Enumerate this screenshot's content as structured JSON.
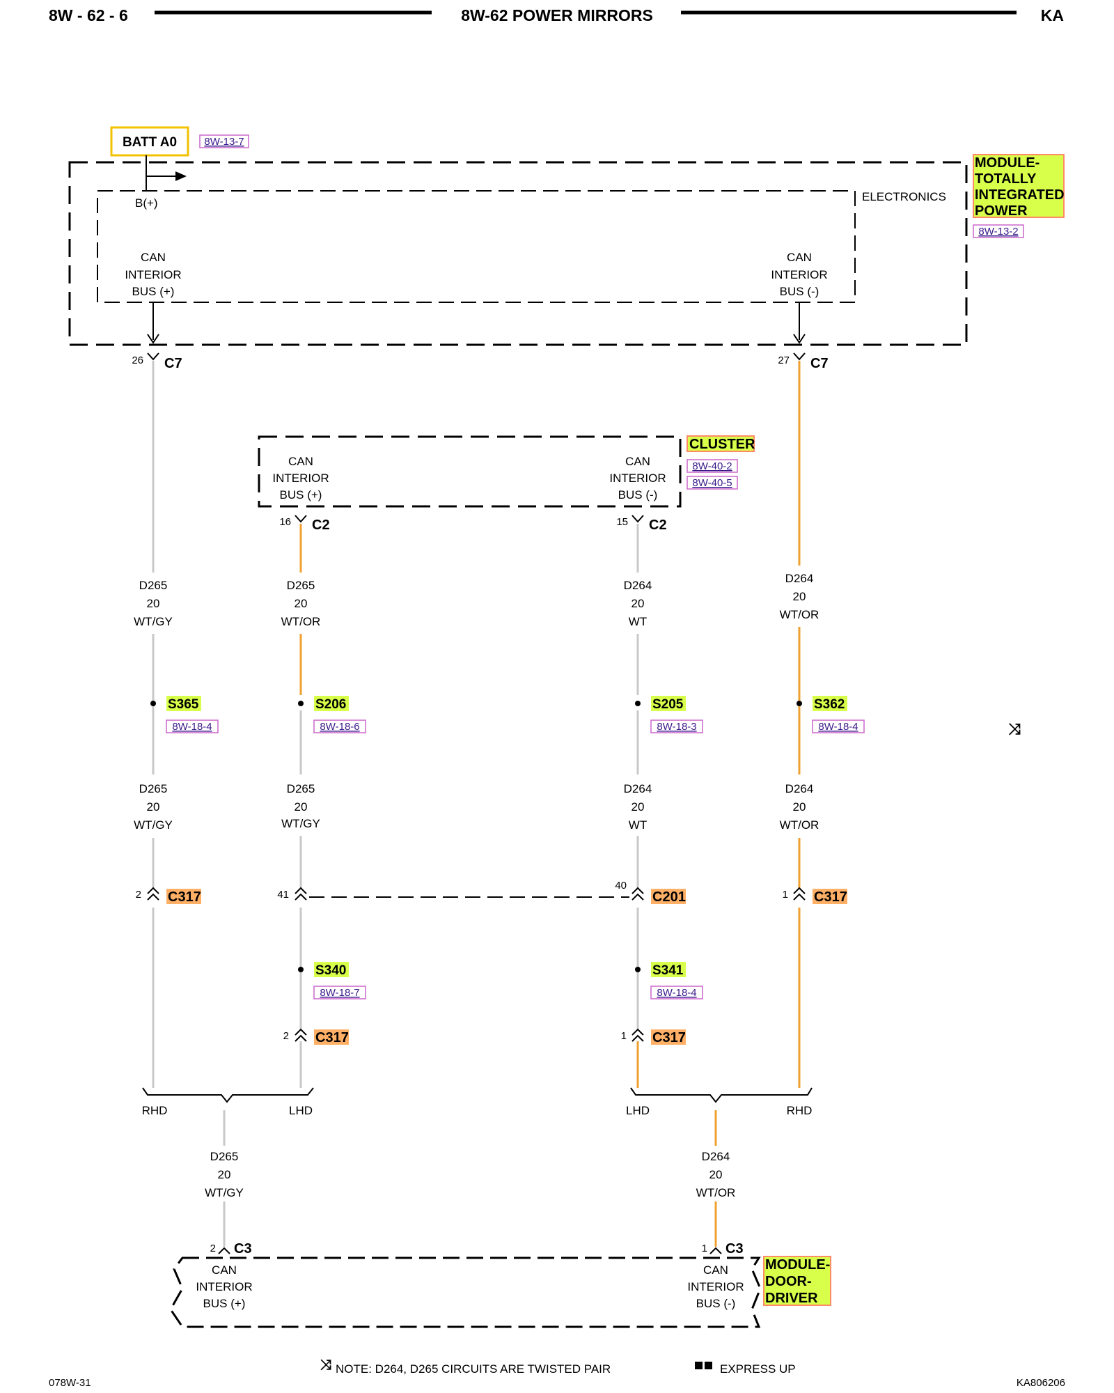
{
  "header": {
    "page_number": "8W - 62 - 6",
    "title": "8W-62 POWER MIRRORS",
    "vehicle": "KA"
  },
  "footer": {
    "left_code": "078W-31",
    "note": "NOTE:  D264, D265   CIRCUITS ARE TWISTED PAIR",
    "legend": "EXPRESS UP",
    "right_code": "KA806206"
  },
  "colors": {
    "wire_gray": "#c8c8c8",
    "wire_orange": "#f0a030",
    "highlight_green": "#d8ff4a",
    "highlight_orange": "#ffb066",
    "batt_border": "#f2c100",
    "ref_border": "#cc66cc"
  },
  "batt": {
    "label": "BATT A0",
    "ref": "8W-13-7"
  },
  "tipm": {
    "name_lines": [
      "MODULE-",
      "TOTALLY",
      "INTEGRATED",
      "POWER"
    ],
    "ref": "8W-13-2",
    "electronics_label": "ELECTRONICS",
    "bplus": "B(+)",
    "can_plus": [
      "CAN",
      "INTERIOR",
      "BUS (+)"
    ],
    "can_minus": [
      "CAN",
      "INTERIOR",
      "BUS (-)"
    ],
    "connector": "C7",
    "pin_plus": "26",
    "pin_minus": "27"
  },
  "cluster": {
    "name": "CLUSTER",
    "refs": [
      "8W-40-2",
      "8W-40-5"
    ],
    "can_plus": [
      "CAN",
      "INTERIOR",
      "BUS (+)"
    ],
    "can_minus": [
      "CAN",
      "INTERIOR",
      "BUS (-)"
    ],
    "connector": "C2",
    "pin_plus": "16",
    "pin_minus": "15"
  },
  "wires_top": [
    [
      "D265",
      "20",
      "WT/GY"
    ],
    [
      "D265",
      "20",
      "WT/OR"
    ],
    [
      "D264",
      "20",
      "WT"
    ],
    [
      "D264",
      "20",
      "WT/OR"
    ]
  ],
  "splices_top": [
    {
      "name": "S365",
      "ref": "8W-18-4"
    },
    {
      "name": "S206",
      "ref": "8W-18-6"
    },
    {
      "name": "S205",
      "ref": "8W-18-3"
    },
    {
      "name": "S362",
      "ref": "8W-18-4"
    }
  ],
  "wires_mid": [
    [
      "D265",
      "20",
      "WT/GY"
    ],
    [
      "D265",
      "20",
      "WT/GY"
    ],
    [
      "D264",
      "20",
      "WT"
    ],
    [
      "D264",
      "20",
      "WT/OR"
    ]
  ],
  "connectors_mid": [
    {
      "pin": "2",
      "name": "C317"
    },
    {
      "pin": "41",
      "name": ""
    },
    {
      "pin": "40",
      "name": "C201"
    },
    {
      "pin": "1",
      "name": "C317"
    }
  ],
  "splices_low": [
    {
      "name": "S340",
      "ref": "8W-18-7"
    },
    {
      "name": "S341",
      "ref": "8W-18-4"
    }
  ],
  "connectors_low": [
    {
      "pin": "2",
      "name": "C317"
    },
    {
      "pin": "1",
      "name": "C317"
    }
  ],
  "branch_labels": {
    "left_a": "RHD",
    "left_b": "LHD",
    "right_a": "LHD",
    "right_b": "RHD"
  },
  "wires_bottom": [
    [
      "D265",
      "20",
      "WT/GY"
    ],
    [
      "D264",
      "20",
      "WT/OR"
    ]
  ],
  "door_module": {
    "name_lines": [
      "MODULE-",
      "DOOR-",
      "DRIVER"
    ],
    "connector": "C3",
    "pin_plus": "2",
    "pin_minus": "1",
    "can_plus": [
      "CAN",
      "INTERIOR",
      "BUS (+)"
    ],
    "can_minus": [
      "CAN",
      "INTERIOR",
      "BUS (-)"
    ]
  }
}
